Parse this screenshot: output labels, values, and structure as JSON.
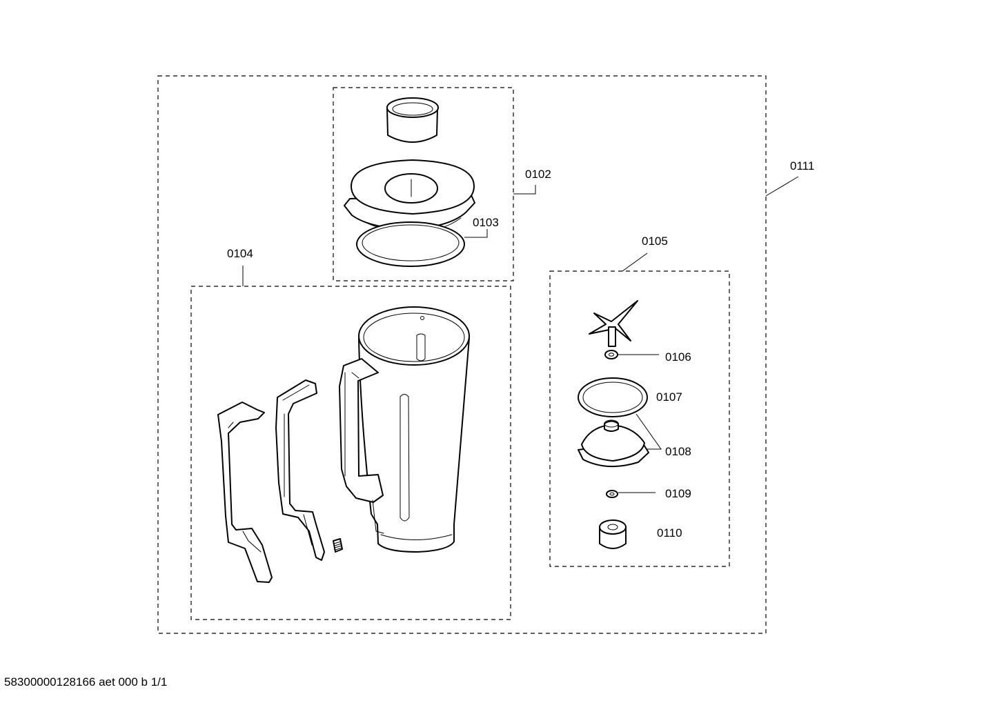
{
  "labels": {
    "p0102": "0102",
    "p0103": "0103",
    "p0104": "0104",
    "p0105": "0105",
    "p0106": "0106",
    "p0107": "0107",
    "p0108": "0108",
    "p0109": "0109",
    "p0110": "0110",
    "p0111": "0111"
  },
  "footer": {
    "doc_id": "58300000128166 aet 000 b 1/1"
  }
}
